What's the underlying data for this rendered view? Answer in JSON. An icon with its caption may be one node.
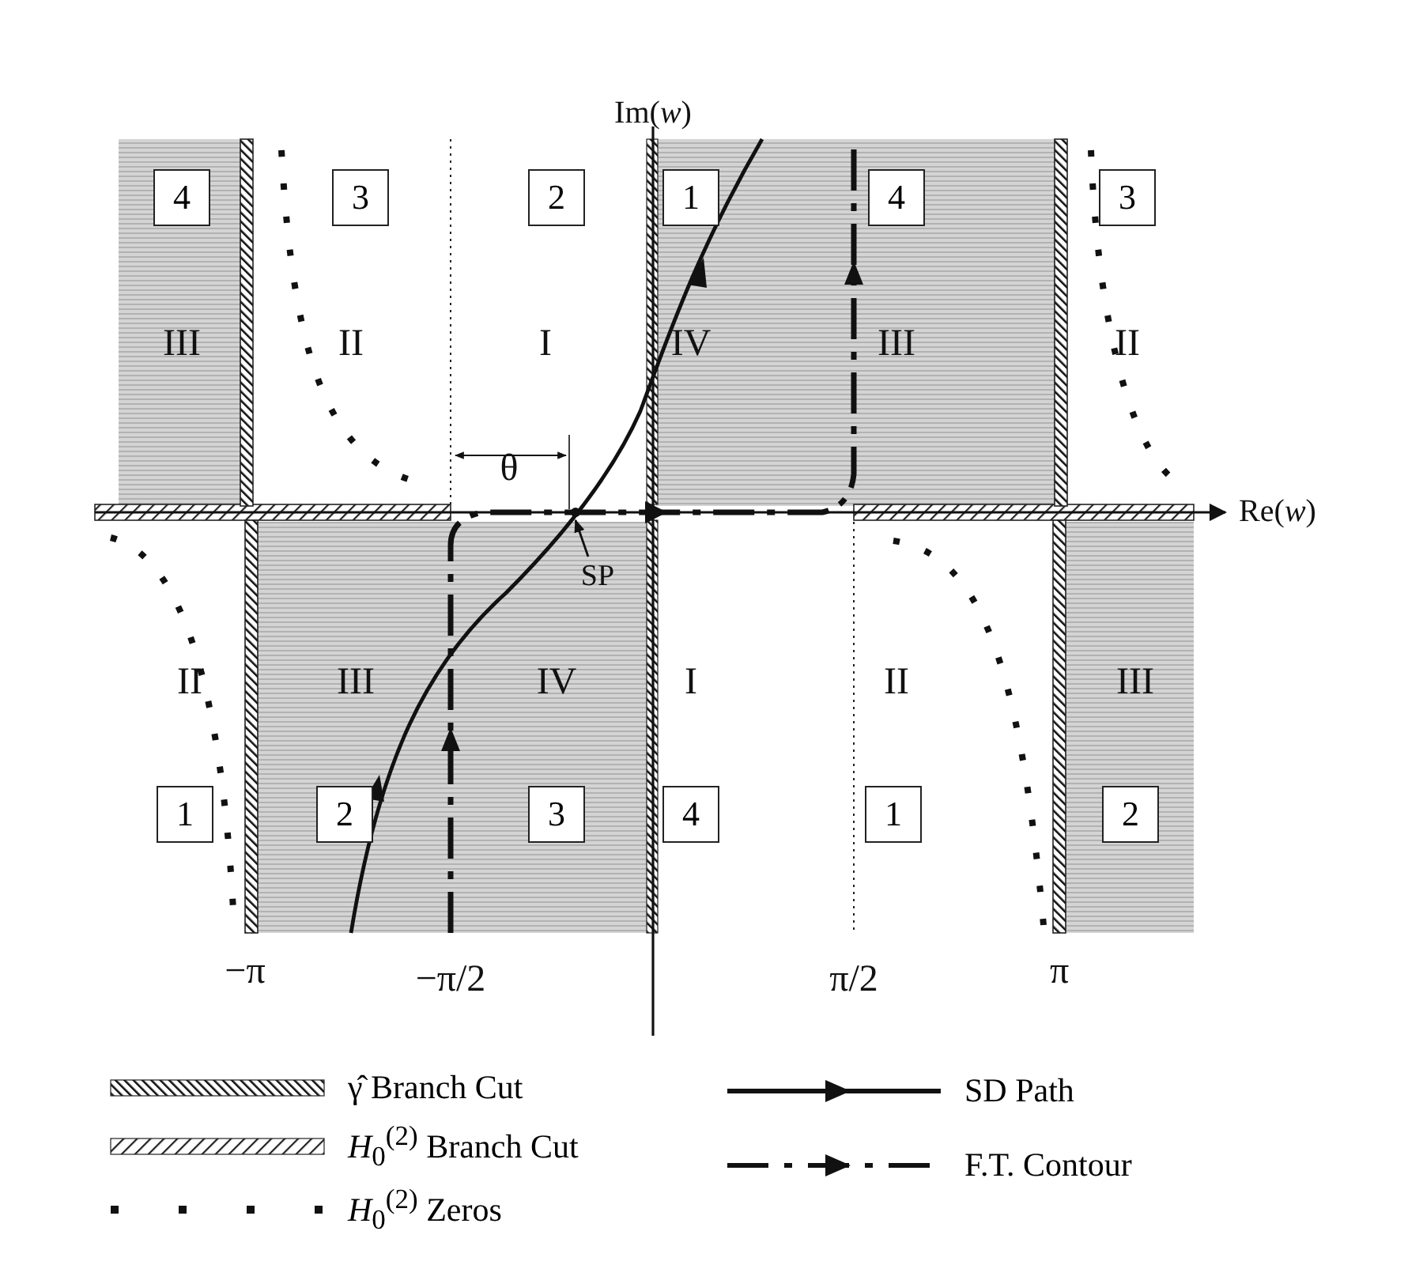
{
  "diagram": {
    "nodes": [
      {
        "text": [
          "4"
        ]
      },
      {
        "text": [
          "3"
        ]
      },
      {
        "text": [
          "2"
        ]
      },
      {
        "text": [
          "1"
        ]
      },
      {
        "text": [
          "4"
        ]
      },
      {
        "text": [
          "3"
        ]
      },
      {
        "text": [
          "1"
        ]
      },
      {
        "text": [
          "2"
        ]
      },
      {
        "text": [
          "3"
        ]
      },
      {
        "text": [
          "4"
        ]
      },
      {
        "text": [
          "1"
        ]
      },
      {
        "text": [
          "2"
        ]
      },
      {
        "text": [
          "SP"
        ]
      },
      {
        "text": [],
        "shape": "circle"
      }
    ],
    "edges": [
      {
        "from": 12,
        "to": 13,
        "arrow": "to"
      }
    ],
    "labels": [
      "Im(*w*)",
      "III",
      "II",
      "I",
      "IV",
      "III",
      "II",
      "θ",
      "Re(*w*)",
      "II",
      "III",
      "IV",
      "I",
      "II",
      "III",
      "−π",
      "−π/2",
      "π/2",
      "π"
    ],
    "legend": [
      {
        "text": "γ̂ Branch Cut"
      },
      {
        "text": "SD Path"
      },
      {
        "text": "*H*$_{0}$$^{(2)}$ Branch Cut"
      },
      {
        "text": "F.T. Contour"
      },
      {
        "text": "*H*$_{0}$$^{(2)}$ Zeros"
      }
    ]
  }
}
